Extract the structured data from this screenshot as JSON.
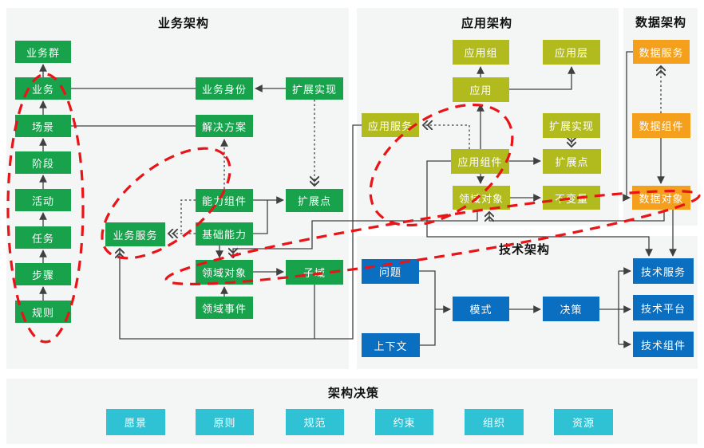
{
  "sections": {
    "business": {
      "title": "业务架构"
    },
    "application": {
      "title": "应用架构"
    },
    "data": {
      "title": "数据架构"
    },
    "technology": {
      "title": "技术架构"
    },
    "decision": {
      "title": "架构决策"
    }
  },
  "nodes": {
    "business_group": "业务群",
    "business": "业务",
    "scene": "场景",
    "stage": "阶段",
    "activity": "活动",
    "task": "任务",
    "step": "步骤",
    "rule": "规则",
    "business_service": "业务服务",
    "business_identity": "业务身份",
    "solution": "解决方案",
    "capability_component": "能力组件",
    "base_capability": "基础能力",
    "domain_object_business": "领域对象",
    "domain_event": "领域事件",
    "extension_impl_business": "扩展实现",
    "extension_point_business": "扩展点",
    "subdomain": "子域",
    "app_group": "应用组",
    "app_layer": "应用层",
    "app": "应用",
    "app_service": "应用服务",
    "extension_impl_app": "扩展实现",
    "app_component": "应用组件",
    "extension_point_app": "扩展点",
    "domain_object_app": "领域对象",
    "invariant": "不变量",
    "data_service": "数据服务",
    "data_component": "数据组件",
    "data_object": "数据对象",
    "problem": "问题",
    "context": "上下文",
    "pattern": "模式",
    "decision": "决策",
    "tech_service": "技术服务",
    "tech_platform": "技术平台",
    "tech_component": "技术组件",
    "vision": "愿景",
    "principle": "原则",
    "specification": "规范",
    "constraint": "约束",
    "organization": "组织",
    "resource": "资源"
  },
  "colors": {
    "business_node": "#17a24b",
    "application_node": "#b2bb1e",
    "data_node": "#f5a01d",
    "technology_node": "#0b6fc1",
    "decision_node": "#2fc2d4",
    "panel_background": "#f4f6f5",
    "connector": "#404040",
    "annotation_red": "#e81417"
  }
}
